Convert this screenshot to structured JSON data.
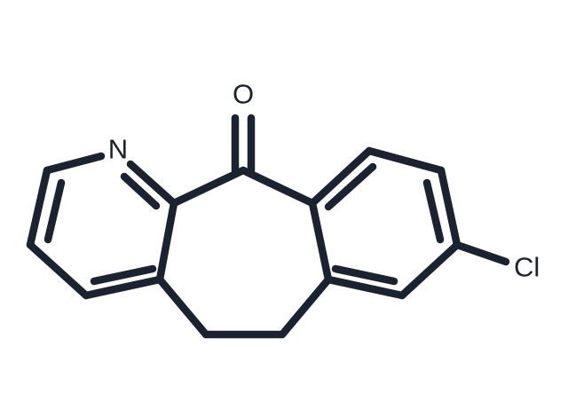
{
  "atoms": {
    "oxygen": "O",
    "nitrogen": "N",
    "chlorine": "Cl"
  },
  "colors": {
    "bond": "#1b2230",
    "label": "#1b2230",
    "background": "#ffffff"
  }
}
